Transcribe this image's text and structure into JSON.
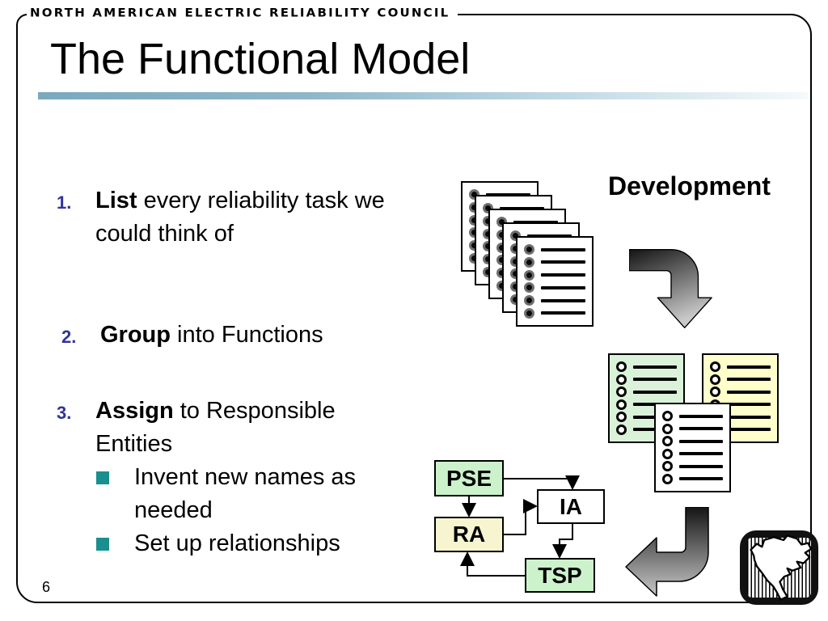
{
  "brand": {
    "wordmark": "NORTH AMERICAN ELECTRIC RELIABILITY COUNCIL"
  },
  "slide": {
    "title": "The Functional Model",
    "page_number": "6",
    "annotation": "Development",
    "steps": [
      {
        "num": "1.",
        "lead": "List",
        "rest": " every reliability task we could think of"
      },
      {
        "num": "2.",
        "lead": "Group",
        "rest": " into Functions"
      },
      {
        "num": "3.",
        "lead": "Assign",
        "rest": " to Responsible Entities",
        "subs": [
          "Invent new names as needed",
          "Set up relationships"
        ]
      }
    ]
  },
  "diagram": {
    "nodes": [
      {
        "id": "PSE",
        "label": "PSE",
        "fill": "#ccf2cc"
      },
      {
        "id": "RA",
        "label": "RA",
        "fill": "#f7f5d0"
      },
      {
        "id": "IA",
        "label": "IA",
        "fill": "#ffffff"
      },
      {
        "id": "TSP",
        "label": "TSP",
        "fill": "#ccf2cc"
      }
    ],
    "edges": [
      "PSE->RA",
      "PSE->IA",
      "RA->IA",
      "IA->TSP",
      "TSP->RA"
    ]
  },
  "documents": {
    "stack_pages": 5,
    "rows_per_page": 6,
    "colors": {
      "green_doc": "#d9f2d9",
      "yellow_doc": "#ffffcc",
      "white_doc": "#ffffff"
    }
  },
  "icons": [
    "document-stack-icon",
    "green-list-document-icon",
    "yellow-list-document-icon",
    "white-list-document-icon",
    "curved-arrow-down-icon",
    "curved-arrow-left-icon",
    "north-america-map-icon"
  ],
  "colors": {
    "step_number": "#333399",
    "sub_bullet": "#1a8f8f",
    "divider_start": "#7aa9be",
    "divider_end": "#f5fafc",
    "arrow_dark": "#141414",
    "arrow_light": "#c8c8c8"
  }
}
